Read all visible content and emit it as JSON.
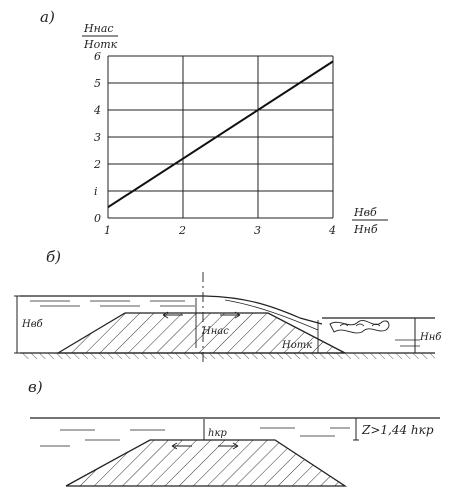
{
  "panels": {
    "a": {
      "label": "а)"
    },
    "b": {
      "label": "б)"
    },
    "c": {
      "label": "в)"
    }
  },
  "chart_data": {
    "type": "line",
    "x": [
      1,
      4
    ],
    "y": [
      0.4,
      5.8
    ],
    "xlim": [
      1,
      4
    ],
    "ylim": [
      0,
      6
    ],
    "x_ticks": [
      "1",
      "2",
      "3",
      "4"
    ],
    "y_ticks": [
      "0",
      "i",
      "2",
      "3",
      "4",
      "5",
      "6"
    ],
    "ylabel_num": "Hнас",
    "ylabel_den": "Hотк",
    "xlabel_num": "Hвб",
    "xlabel_den": "Hнб",
    "grid": true
  },
  "diagram_b": {
    "h_upstream": "Hвб",
    "h_saturation": "Hнас",
    "h_outflow": "Hотк",
    "h_downstream": "Hнб"
  },
  "diagram_c": {
    "h_crit": "hкр",
    "z_label": "Z>1,44 hкр"
  }
}
